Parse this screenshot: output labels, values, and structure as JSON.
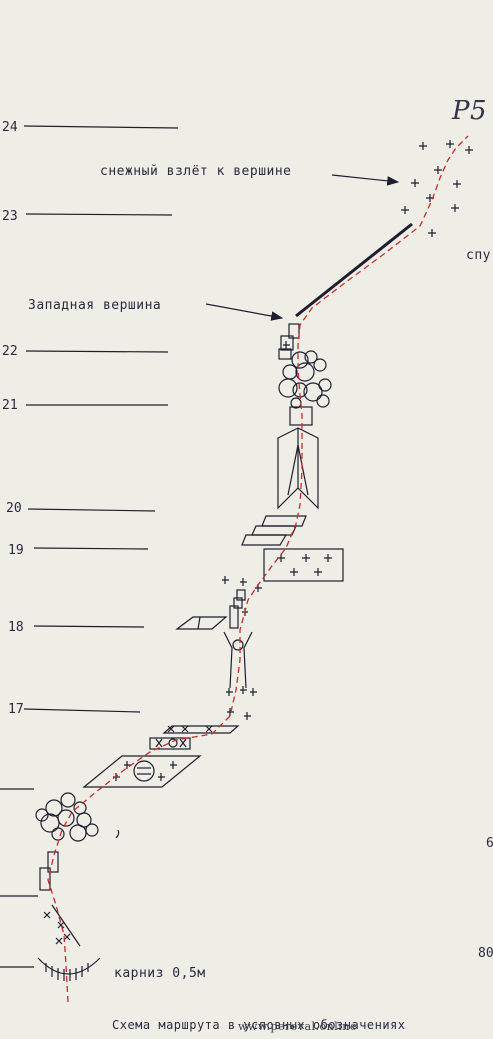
{
  "page_mark": "Р5",
  "annotations": {
    "snow_rise": "снежный взлёт к вершине",
    "west_summit": "Западная вершина",
    "cornice": "карниз 0,5м",
    "right_edge_fragment": "спу"
  },
  "pitch_numbers": [
    "24",
    "23",
    "22",
    "21",
    "20",
    "19",
    "18",
    "17"
  ],
  "right_margin_digits": [
    "6",
    "80"
  ],
  "caption": "Схема маршрута в условных обозначениях",
  "watermark": "www.pereval.online",
  "colors": {
    "ink": "#1e1e30",
    "route_line": "#cc2a2a",
    "paper": "#eeeee6"
  }
}
